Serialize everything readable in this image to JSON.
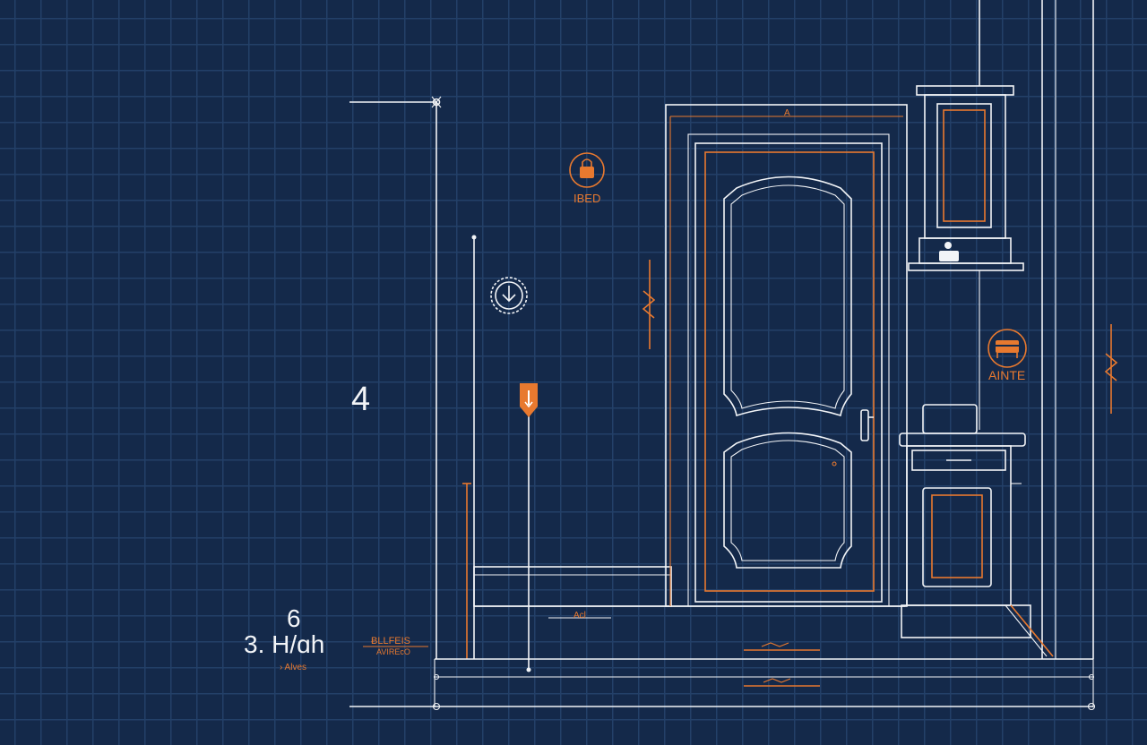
{
  "colors": {
    "background": "#14294a",
    "grid": "#234068",
    "line_white": "#f2f4f7",
    "accent_orange": "#e8792f"
  },
  "labels": {
    "dimension_height": "4",
    "dimension_number": "6",
    "dimension_text": "3. H/ɑh",
    "sub_note": "› Alves",
    "stamp_line1": "ɃLLFEIS",
    "stamp_line2": "AVIREcO",
    "lock_label": "IBED",
    "stove_label": "AINTE",
    "top_tick": "A",
    "floor_tick": "Acl"
  },
  "icons": {
    "lock": "lock-icon",
    "clock": "clock-download-icon",
    "moon": "moon-icon",
    "marker": "map-marker-icon",
    "stove": "stove-icon",
    "bed": "bed-icon"
  }
}
